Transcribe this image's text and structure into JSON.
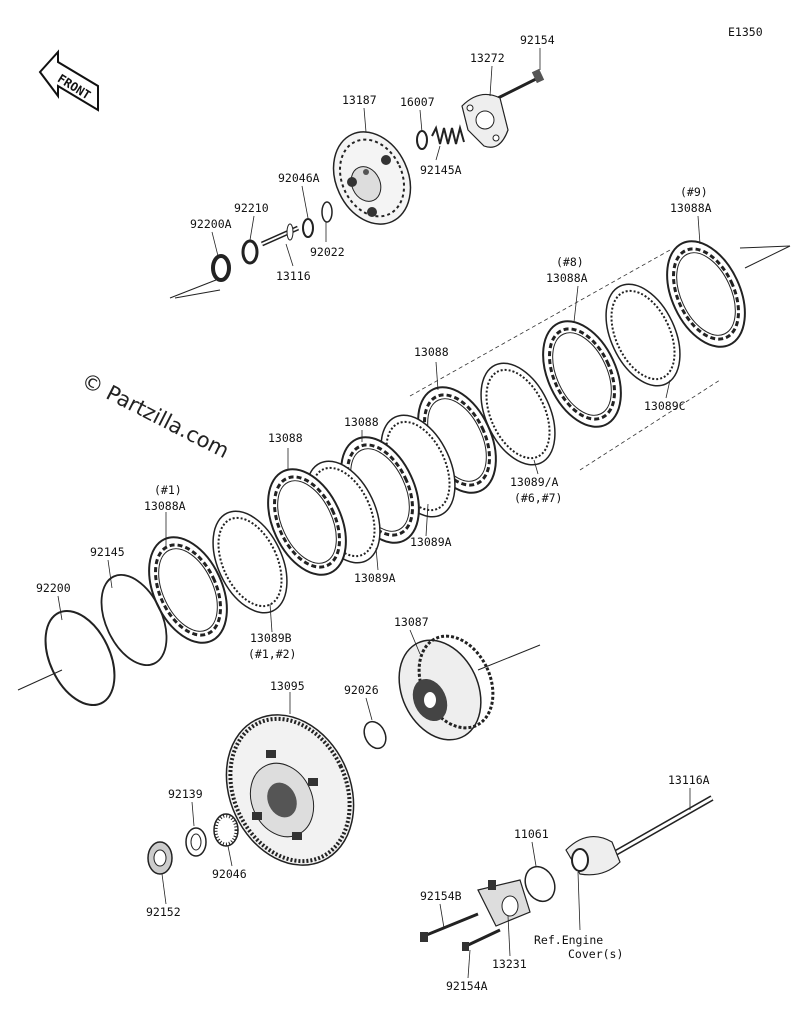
{
  "diagram_code": "E1350",
  "front_label": "FRONT",
  "watermark": "© Partzilla.com",
  "labels": {
    "p92154": "92154",
    "p13272": "13272",
    "p13187": "13187",
    "p16007": "16007",
    "p92145A": "92145A",
    "p92046A": "92046A",
    "p92210": "92210",
    "p92200A": "92200A",
    "p92022": "92022",
    "p13116": "13116",
    "p9_note": "(#9)",
    "p13088A_9": "13088A",
    "p8_note": "(#8)",
    "p13088A_8": "13088A",
    "p13088_a": "13088",
    "p13088_b": "13088",
    "p13088_c": "13088",
    "p13089C": "13089C",
    "p13089_A": "13089/A",
    "p67_note": "(#6,#7)",
    "p13089A_a": "13089A",
    "p13089A_b": "13089A",
    "p1_note": "(#1)",
    "p13088A_1": "13088A",
    "p92145": "92145",
    "p92200": "92200",
    "p13089B": "13089B",
    "p12_note": "(#1,#2)",
    "p13087": "13087",
    "p13095": "13095",
    "p92026": "92026",
    "p92139": "92139",
    "p92046": "92046",
    "p92152": "92152",
    "p13116A": "13116A",
    "p11061": "11061",
    "p92154B": "92154B",
    "p13231": "13231",
    "p92154A": "92154A",
    "ref_line1": "Ref.Engine",
    "ref_line2": "Cover(s)"
  }
}
